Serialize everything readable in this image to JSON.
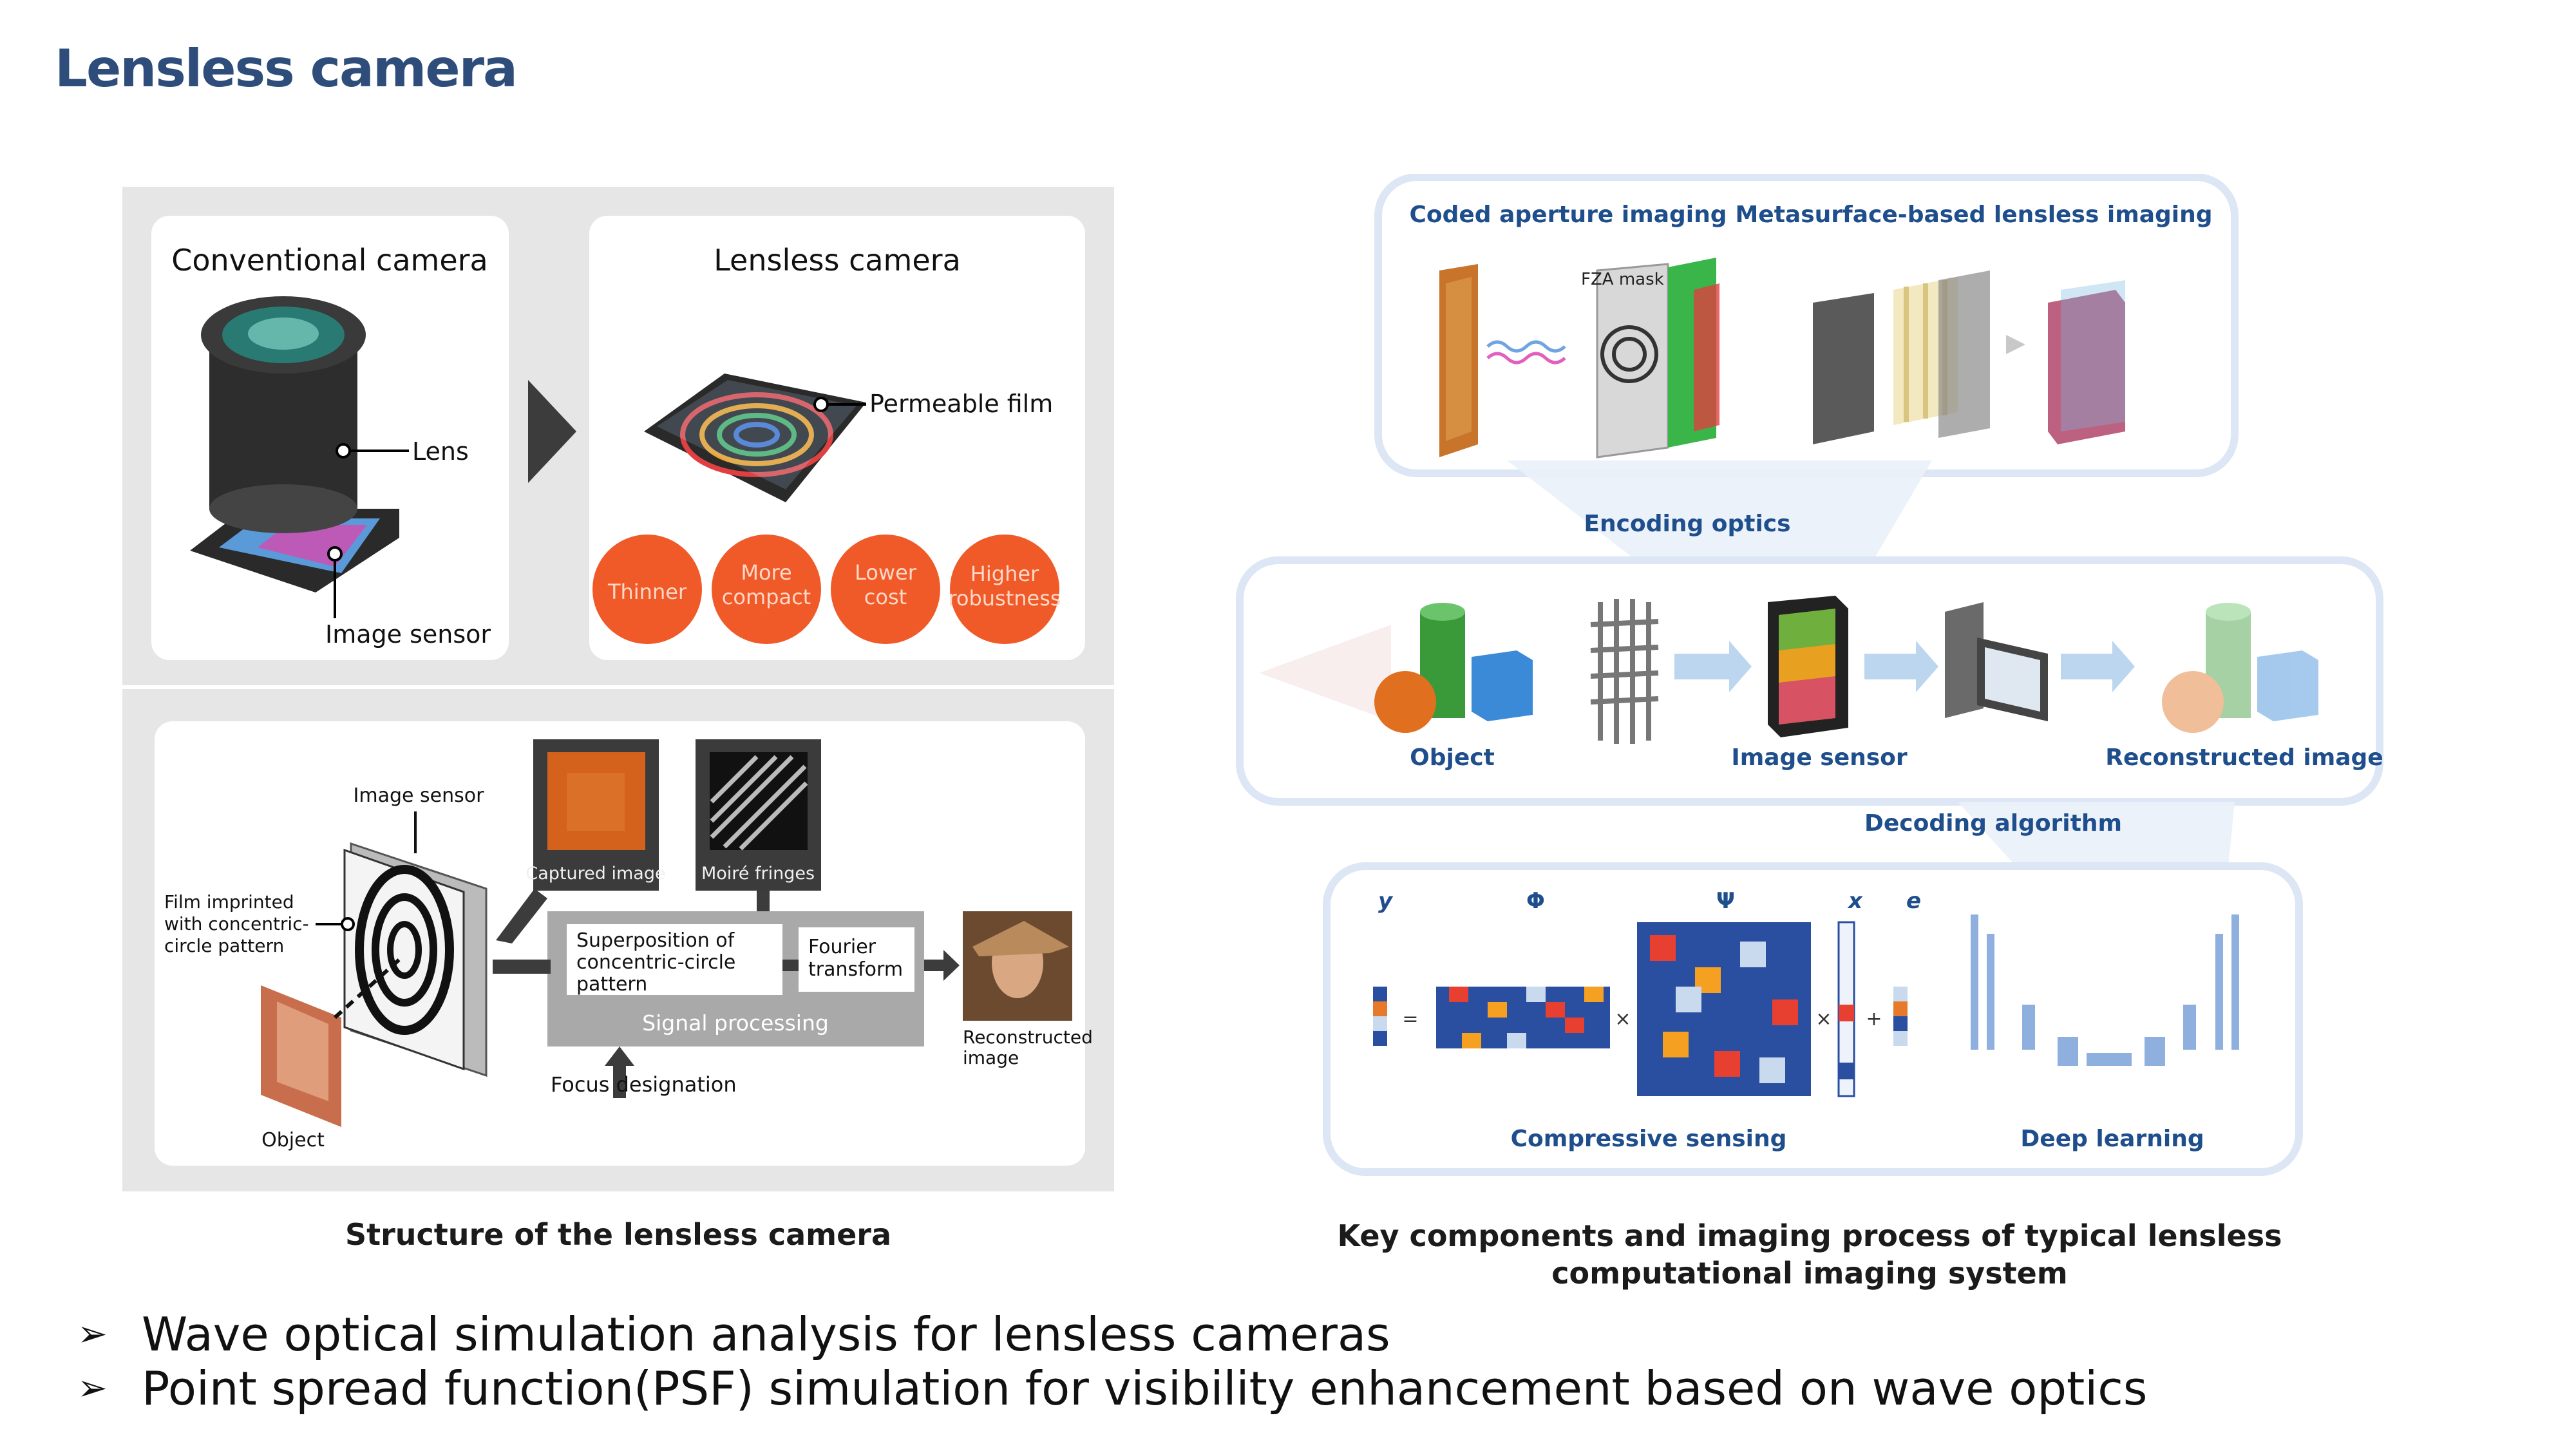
{
  "slide_title": "Lensless camera",
  "left_figure": {
    "conventional": {
      "title": "Conventional camera",
      "lens_label": "Lens",
      "sensor_label": "Image sensor"
    },
    "lensless": {
      "title": "Lensless camera",
      "film_label": "Permeable film",
      "advantages": [
        {
          "line1": "Thinner",
          "line2": ""
        },
        {
          "line1": "More",
          "line2": "compact"
        },
        {
          "line1": "Lower",
          "line2": "cost"
        },
        {
          "line1": "Higher",
          "line2": "robustness"
        }
      ]
    },
    "structure": {
      "image_sensor": "Image sensor",
      "film_line1": "Film imprinted",
      "film_line2": "with concentric-",
      "film_line3": "circle pattern",
      "object": "Object",
      "captured_image": "Captured image",
      "moire": "Moiré fringes",
      "superposition_line1": "Superposition of",
      "superposition_line2": "concentric-circle",
      "superposition_line3": "pattern",
      "fourier_line1": "Fourier",
      "fourier_line2": "transform",
      "signal_processing": "Signal processing",
      "focus": "Focus designation",
      "reconstructed_line1": "Reconstructed",
      "reconstructed_line2": "image"
    },
    "caption": "Structure of the lensless camera"
  },
  "right_figure": {
    "coded_aperture": "Coded aperture imaging",
    "fza_mask": "FZA mask",
    "metasurface": "Metasurface-based lensless imaging",
    "encoding_optics": "Encoding optics",
    "object": "Object",
    "image_sensor": "Image sensor",
    "reconstructed_image": "Reconstructed image",
    "decoding_algorithm": "Decoding algorithm",
    "symbols": {
      "y": "y",
      "phi": "Φ",
      "psi": "Ψ",
      "x": "x",
      "e": "e",
      "eq": "=",
      "times": "×",
      "plus": "+"
    },
    "compressive_sensing": "Compressive sensing",
    "deep_learning": "Deep learning",
    "caption_line1": "Key components and imaging process of typical lensless",
    "caption_line2": "computational imaging system"
  },
  "bullets": [
    "Wave optical simulation analysis for lensless cameras",
    "Point spread function(PSF) simulation for visibility enhancement based on wave optics"
  ],
  "colors": {
    "title": "#2e4d7a",
    "advantage_circle": "#f05a28",
    "right_label": "#1f4e8c",
    "panel_gray": "#e6e6e6"
  }
}
